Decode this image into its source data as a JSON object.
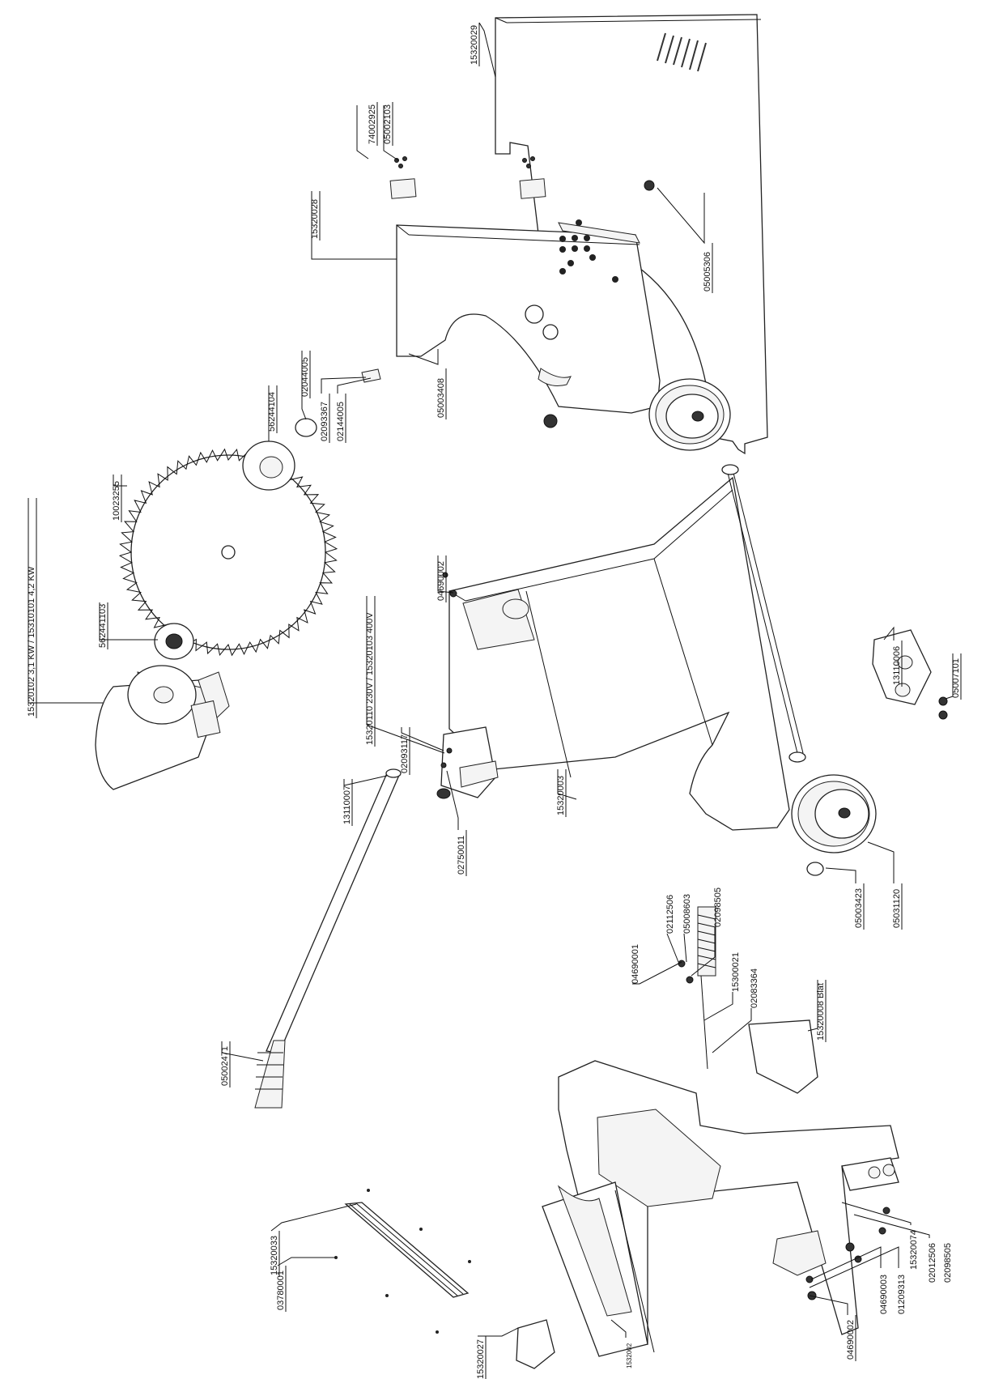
{
  "labels": {
    "l15320029": "15320029",
    "l74002925": "74002925",
    "l05002103": "05002103",
    "l15320028": "15320028",
    "l05005306": "05005306",
    "l05003408": "05003408",
    "l02093367": "02093367",
    "l02144005": "02144005",
    "l02044005": "02044005",
    "l56244104": "56244104",
    "l10023255": "10023255",
    "l562441103": "562441103",
    "lMotor": "15320102 3,1 KW  /  15310101 4,2 KW",
    "l04690002a": "04690002",
    "lSwitch": "15320110 230V  /  15320103 400V",
    "l02093117": "02093117",
    "l13110007": "13110007",
    "l02750011": "02750011",
    "l15320003": "15320003",
    "l13110006": "13110006",
    "l05007101": "05007101",
    "l05003423": "05003423",
    "l05031120": "05031120",
    "l15320008": "15320008  Blat",
    "l02112506": "02112506",
    "l05008603": "05008603",
    "l02098505a": "02098505",
    "l04690001": "04690001",
    "l15300021": "15300021",
    "l02083364": "02083364",
    "l05002471": "05002471",
    "l15320033": "15320033",
    "l03780001": "03780001",
    "l15320027": "15320027",
    "l15320xx": "1532002",
    "l04690002b": "04690002",
    "l04690003": "04690003",
    "l01209313": "01209313",
    "l15320074": "15320074",
    "l02012506": "02012506",
    "l02098505b": "02098505"
  }
}
